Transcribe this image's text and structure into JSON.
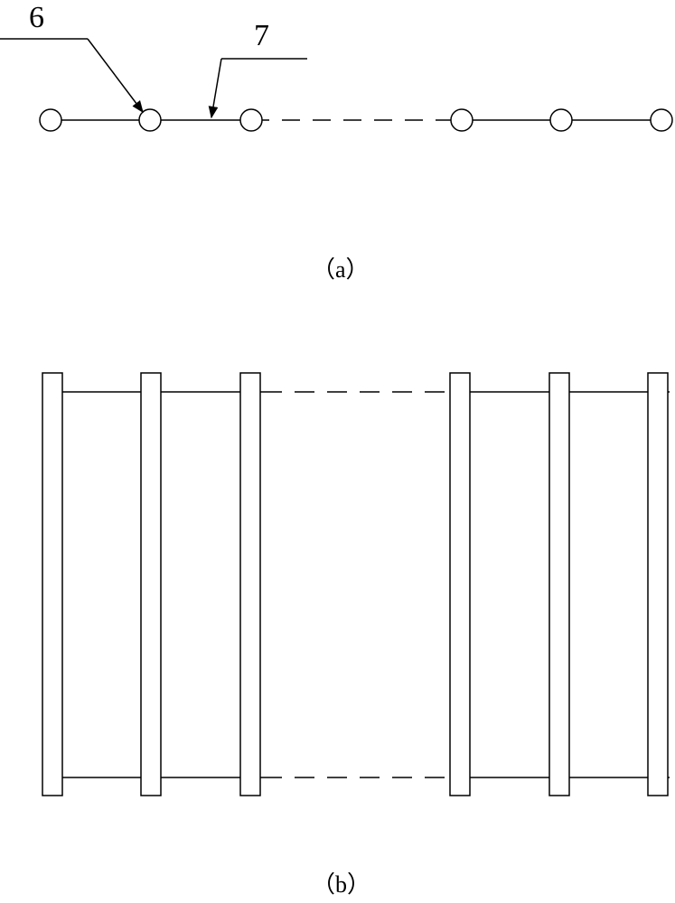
{
  "figure": {
    "part_a": {
      "caption": "（a）",
      "labels": [
        "6",
        "7"
      ]
    },
    "part_b": {
      "caption": "（b）"
    }
  }
}
